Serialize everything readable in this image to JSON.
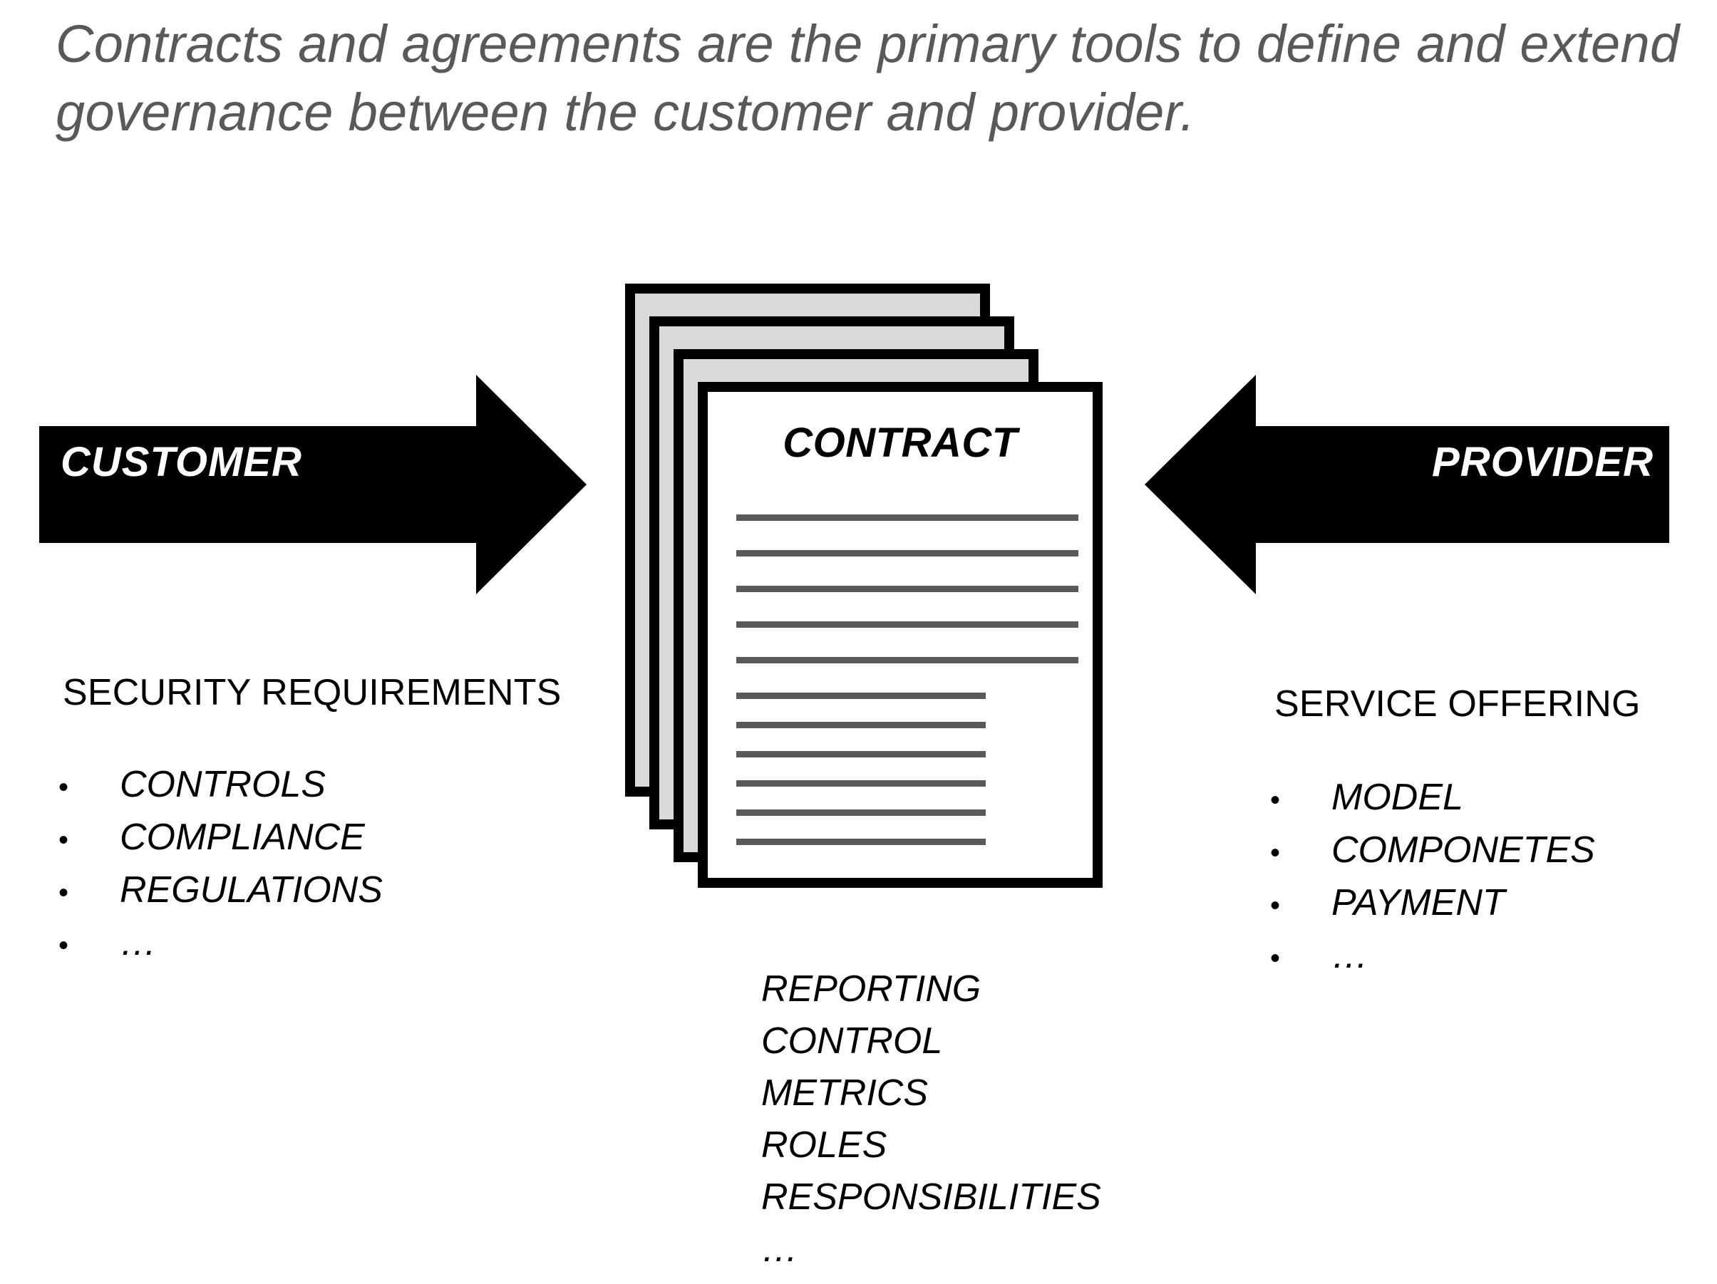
{
  "heading": {
    "text": "Contracts and agreements are the primary tools to define and extend governance between the customer and  provider.",
    "color": "#595959"
  },
  "arrows": {
    "customer": {
      "label": "CUSTOMER",
      "direction": "right",
      "fill": "#000000",
      "text_color": "#ffffff"
    },
    "provider": {
      "label": "PROVIDER",
      "direction": "left",
      "fill": "#000000",
      "text_color": "#ffffff"
    }
  },
  "document": {
    "title": "CONTRACT",
    "page_count": 4,
    "back_page_fill": "#d9d9d9",
    "front_page_fill": "#ffffff",
    "border_color": "#000000",
    "rule_color": "#595959",
    "rules": [
      {
        "width": "full"
      },
      {
        "width": "full"
      },
      {
        "width": "full"
      },
      {
        "width": "full"
      },
      {
        "width": "full"
      },
      {
        "width": "short"
      },
      {
        "width": "short"
      },
      {
        "width": "short"
      },
      {
        "width": "short"
      },
      {
        "width": "short"
      },
      {
        "width": "short"
      }
    ]
  },
  "left_column": {
    "heading": "SECURITY REQUIREMENTS",
    "bullet_glyph": "•",
    "items": [
      {
        "label": "CONTROLS"
      },
      {
        "label": "COMPLIANCE"
      },
      {
        "label": "REGULATIONS"
      },
      {
        "label": "…"
      }
    ]
  },
  "right_column": {
    "heading": "SERVICE OFFERING",
    "bullet_glyph": "•",
    "items": [
      {
        "label": "MODEL"
      },
      {
        "label": "COMPONETES"
      },
      {
        "label": "PAYMENT"
      },
      {
        "label": "…"
      }
    ]
  },
  "center_column": {
    "items": [
      {
        "label": "REPORTING"
      },
      {
        "label": "CONTROL"
      },
      {
        "label": "METRICS"
      },
      {
        "label": "ROLES"
      },
      {
        "label": "RESPONSIBILITIES"
      },
      {
        "label": "…"
      }
    ]
  }
}
